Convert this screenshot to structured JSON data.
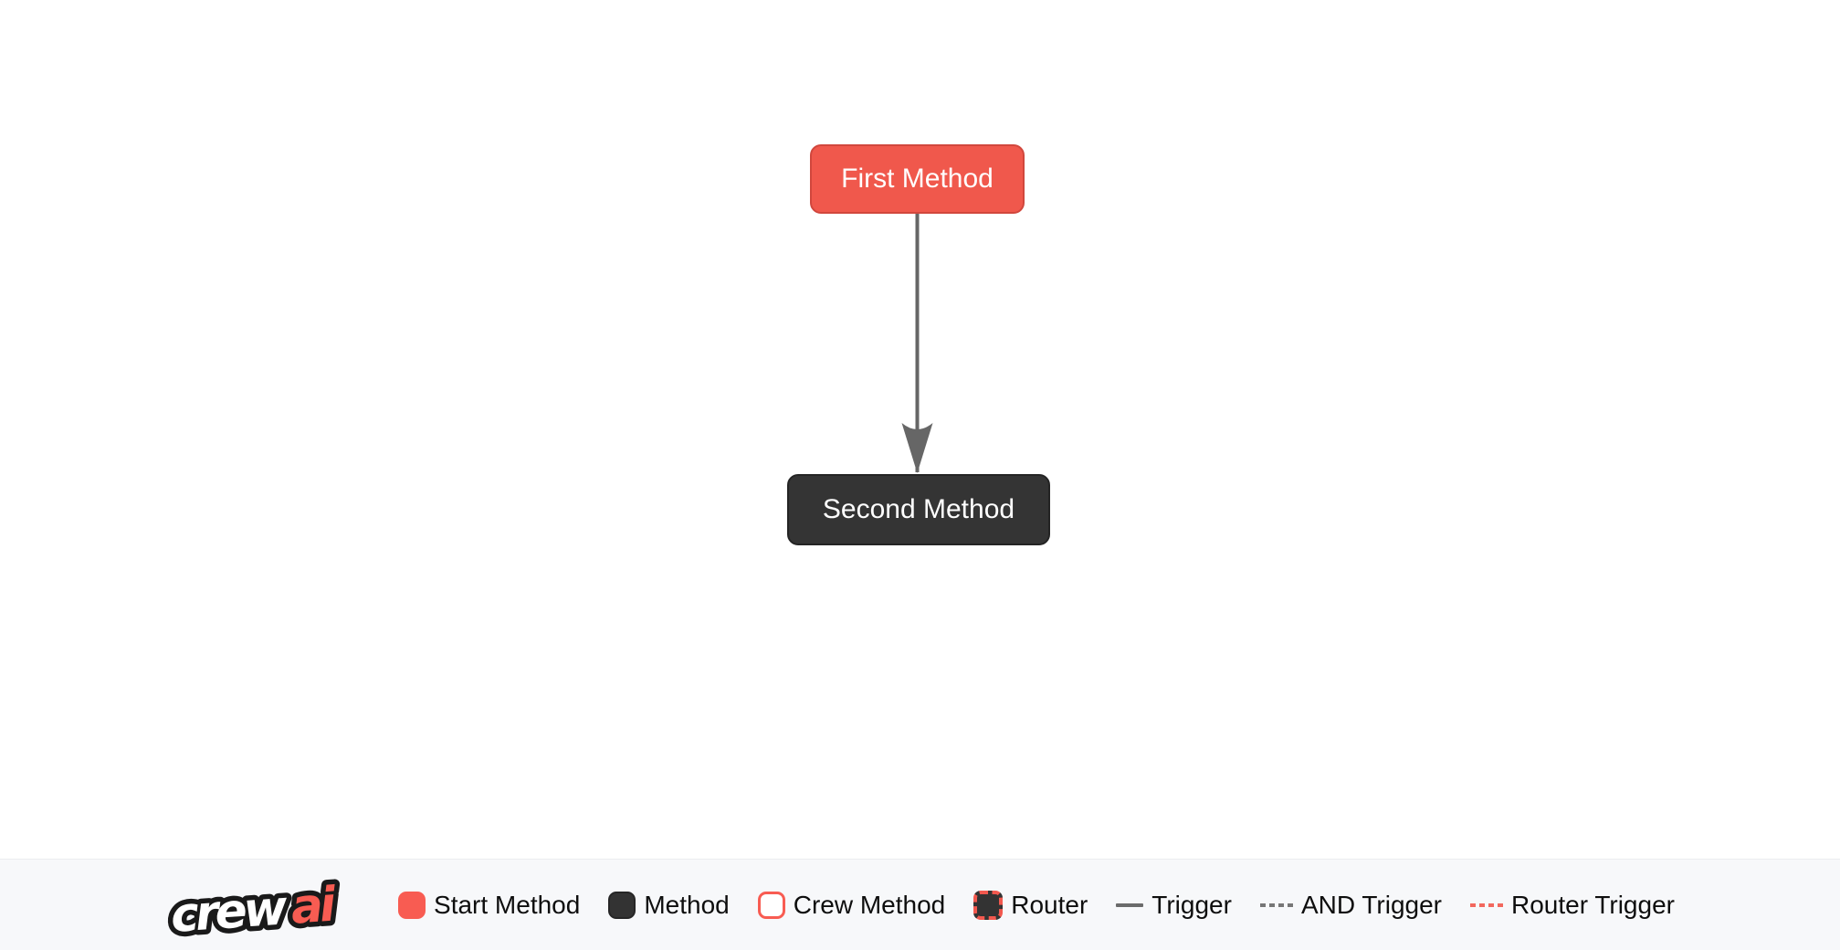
{
  "canvas": {
    "nodes": [
      {
        "id": "first_method",
        "label": "First Method",
        "type": "start-method",
        "fill": "#F0584C",
        "border": "#D1473D"
      },
      {
        "id": "second_method",
        "label": "Second Method",
        "type": "method",
        "fill": "#343434",
        "border": "#242424"
      }
    ],
    "edges": [
      {
        "from": "first_method",
        "to": "second_method",
        "type": "trigger",
        "color": "#666666"
      }
    ]
  },
  "brand": {
    "part1": "crew",
    "part2": "ai"
  },
  "legend": {
    "items": [
      {
        "label": "Start Method",
        "swatch": "start-method-swatch"
      },
      {
        "label": "Method",
        "swatch": "method-swatch"
      },
      {
        "label": "Crew Method",
        "swatch": "crew-method-swatch"
      },
      {
        "label": "Router",
        "swatch": "router-swatch"
      },
      {
        "label": "Trigger",
        "swatch": "trigger-line-swatch"
      },
      {
        "label": "AND Trigger",
        "swatch": "and-trigger-line-swatch"
      },
      {
        "label": "Router Trigger",
        "swatch": "router-trigger-line-swatch"
      }
    ]
  },
  "colors": {
    "accent_red": "#F85C52",
    "start_node_fill": "#F0584C",
    "start_node_border": "#D1473D",
    "method_node_fill": "#343434",
    "method_node_border": "#242424",
    "edge_gray": "#666666",
    "router_trigger_red": "#F2685E",
    "legend_background": "#F7F8FA",
    "legend_text": "#0E0E0E",
    "node_text": "#FFFFFF"
  }
}
